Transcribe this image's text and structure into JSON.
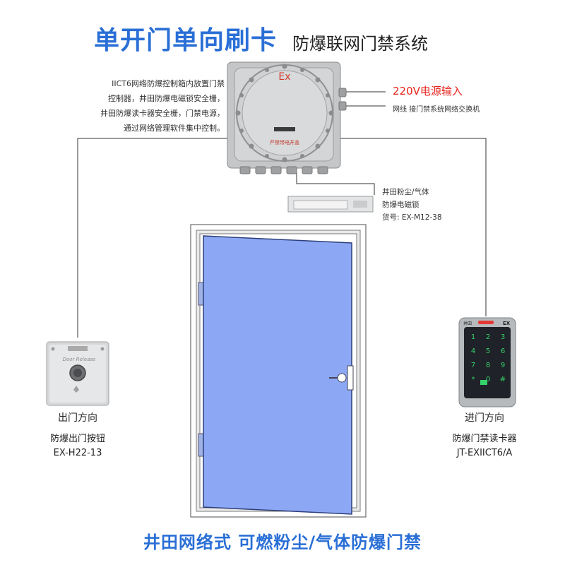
{
  "header": {
    "main_title": "单开门单向刷卡",
    "sub_title": "防爆联网门禁系统"
  },
  "control_box": {
    "ex_mark": "Ex",
    "plate_text": "严禁带电开盖",
    "description_lines": [
      "IICT6网络防爆控制箱内放置门禁",
      "控制器，井田防爆电磁锁安全栅，",
      "井田防爆读卡器安全栅，门禁电源，",
      "通过网络管理软件集中控制。"
    ],
    "power_input": "220V电源输入",
    "network_note": "网线 接门禁系统网络交换机"
  },
  "mag_lock": {
    "lines": [
      "井田粉尘/气体",
      "防爆电磁锁",
      "货号: EX-M12-38"
    ]
  },
  "exit_button": {
    "face_text": "Door Release",
    "direction": "出门方向",
    "name": "防爆出门按钮",
    "model": "EX-H22-13"
  },
  "card_reader": {
    "brand_left": "井田",
    "brand_right": "EX",
    "keys": [
      "1",
      "2",
      "3",
      "4",
      "5",
      "6",
      "7",
      "8",
      "9",
      "*",
      "0",
      "#"
    ],
    "direction": "进门方向",
    "name": "防爆门禁读卡器",
    "model": "JT-EXIICT6/A"
  },
  "footer": {
    "title": "井田网络式  可燃粉尘/气体防爆门禁"
  },
  "colors": {
    "title_blue": "#2a6fd6",
    "door_blue": "#8ca8f5",
    "power_red": "#e8221b",
    "reader_dark": "#1f2228",
    "key_green": "#35d16a"
  }
}
